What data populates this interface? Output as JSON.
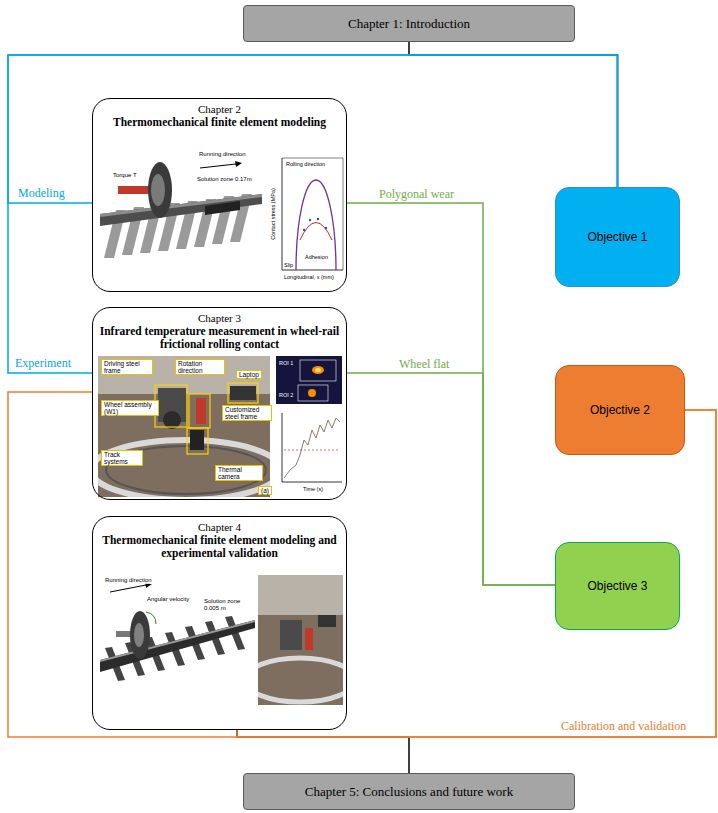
{
  "diagram": {
    "nodes": [
      {
        "text": [
          "Chapter 1: Introduction"
        ]
      },
      {
        "text": [
          "Chapter 2",
          "Thermomechanical finite element modeling"
        ]
      },
      {
        "text": [
          "Chapter 3",
          "Infrared temperature measurement in wheel-rail frictional rolling contact"
        ]
      },
      {
        "text": [
          "Chapter 4",
          "Thermomechanical finite element modeling and experimental validation"
        ]
      },
      {
        "text": [
          "Objective 1"
        ]
      },
      {
        "text": [
          "Objective 2"
        ]
      },
      {
        "text": [
          "Objective 3"
        ]
      },
      {
        "text": [
          "Chapter 5: Conclusions and future work"
        ]
      }
    ],
    "edges": [
      {
        "from": 0,
        "to": 4,
        "arrow": "none"
      },
      {
        "from": 4,
        "to": 1,
        "label": "Modeling",
        "arrow": "none"
      },
      {
        "from": 4,
        "to": 2,
        "label": "Experiment",
        "arrow": "none"
      },
      {
        "from": 1,
        "to": 6,
        "label": "Polygonal wear",
        "arrow": "none"
      },
      {
        "from": 2,
        "to": 6,
        "label": "Wheel flat",
        "arrow": "none"
      },
      {
        "from": 5,
        "to": 2,
        "arrow": "none"
      },
      {
        "from": 5,
        "to": 3,
        "label": "Calibration and validation",
        "arrow": "none"
      },
      {
        "from": 3,
        "to": 7,
        "arrow": "none"
      }
    ],
    "labels": [
      "Torque T",
      "Running direction",
      "Solution zone 0.17m",
      "Rolling direction",
      "Slip",
      "Adhesion",
      "Longitudinal, x (mm)",
      "Contact stress (MPa)",
      "Driving steel frame",
      "Rotation direction",
      "Laptop",
      "Wheel assembly (W1)",
      "Customized steel frame",
      "Track systems",
      "Thermal camera",
      "(a)",
      "ROI 1",
      "ROI 2",
      "Time (s)",
      "Running direction",
      "Angular velocity",
      "Solution zone 0.005 m"
    ]
  }
}
